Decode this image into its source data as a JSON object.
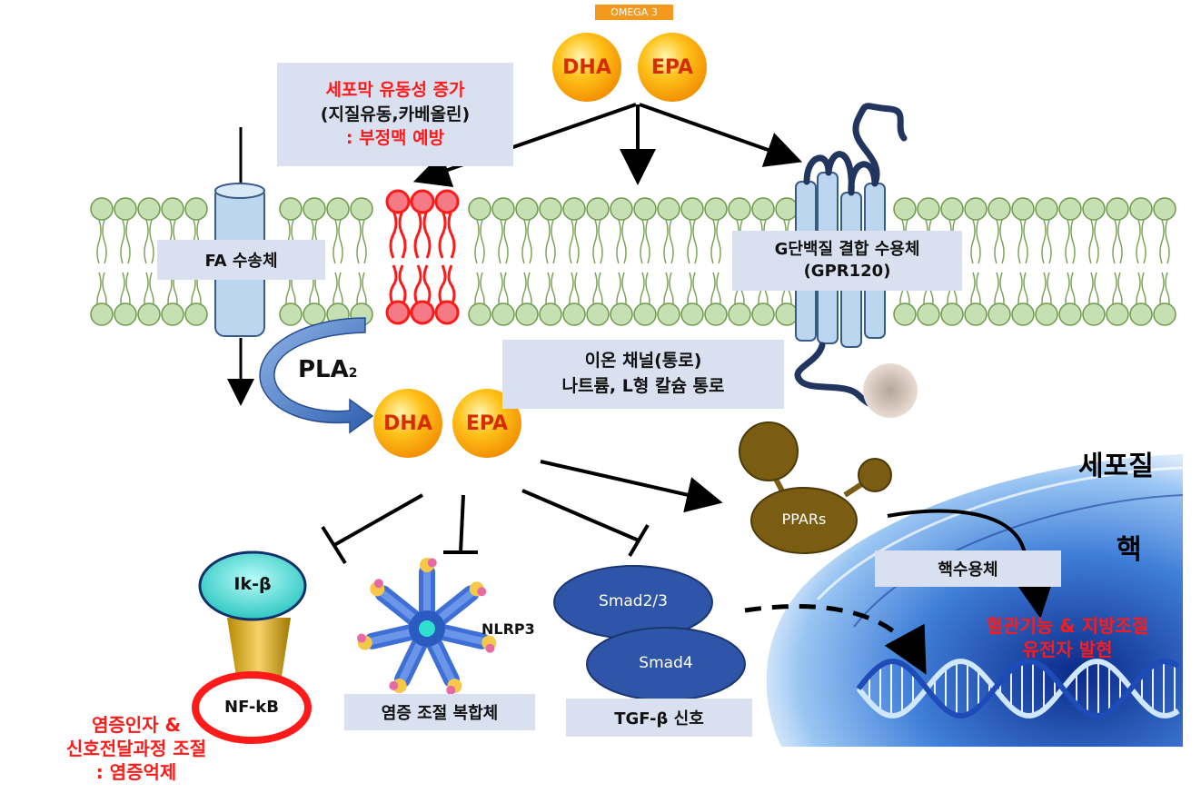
{
  "omega_badge": "OMEGA 3",
  "top_balls": {
    "dha": "DHA",
    "epa": "EPA"
  },
  "mid_balls": {
    "dha": "DHA",
    "epa": "EPA"
  },
  "membrane_box": {
    "line1": "세포막 유동성 증가",
    "line2": "(지질유동,카베올린)",
    "line3": ": 부정맥 예방"
  },
  "fa_transporter": "FA 수송체",
  "gpcr_box": {
    "line1": "G단백질 결합 수용체",
    "line2": "(GPR120)"
  },
  "ion_box": {
    "line1": "이온 채널(통로)",
    "line2": "나트륨, L형 칼슘 통로"
  },
  "pla2": {
    "main": "PLA",
    "sub": "2"
  },
  "cytoplasm_label": "세포질",
  "nucleus_label": "핵",
  "ppars_label": "PPARs",
  "nuclear_receptor_label": "핵수용체",
  "gene_box": {
    "line1": "혈관기능 & 지방조절",
    "line2": "유전자 발현"
  },
  "ikb_label": "Ik-β",
  "nfkb_label": "NF-kB",
  "inflammation_text": {
    "line1": "염증인자 &",
    "line2": "신호전달과정 조절",
    "line3": ": 염증억제"
  },
  "nlrp3_label": "NLRP3",
  "inflammasome_box": "염증 조절 복합체",
  "smad23_label": "Smad2/3",
  "smad4_label": "Smad4",
  "tgf_box": "TGF-β 신호",
  "colors": {
    "accent_red": "#ff1a1a",
    "box_fill": "#d9e1f1",
    "membrane_green": "#c6e0b4",
    "ppar_brown": "#7a5c12",
    "smad_blue": "#2f55a8"
  }
}
